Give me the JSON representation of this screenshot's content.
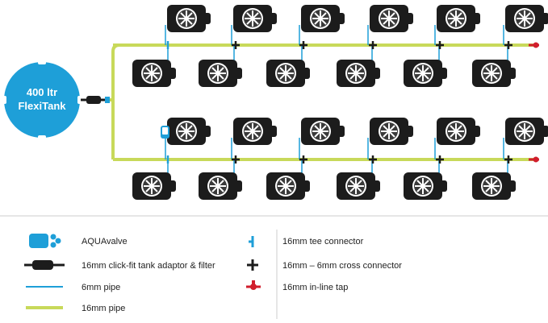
{
  "tank": {
    "line1": "400 ltr",
    "line2": "FlexiTank"
  },
  "legend": {
    "left": [
      {
        "icon": "aquavalve-icon",
        "label": "AQUAvalve"
      },
      {
        "icon": "tank-adaptor-filter-icon",
        "label": "16mm click-fit tank adaptor & filter"
      },
      {
        "icon": "6mm-pipe-icon",
        "label": "6mm pipe"
      },
      {
        "icon": "16mm-pipe-icon",
        "label": "16mm pipe"
      }
    ],
    "right": [
      {
        "icon": "tee-connector-icon",
        "label": "16mm tee connector"
      },
      {
        "icon": "cross-connector-icon",
        "label": "16mm – 6mm cross connector"
      },
      {
        "icon": "inline-tap-icon",
        "label": "16mm in-line tap"
      }
    ]
  },
  "colors": {
    "tank": "#1e9fd8",
    "pipe_16mm": "#c8d95a",
    "pipe_6mm": "#1e9fd8",
    "pot": "#1c1c1c",
    "tap": "#d11e2c",
    "aquavalve": "#1e9fd8"
  }
}
